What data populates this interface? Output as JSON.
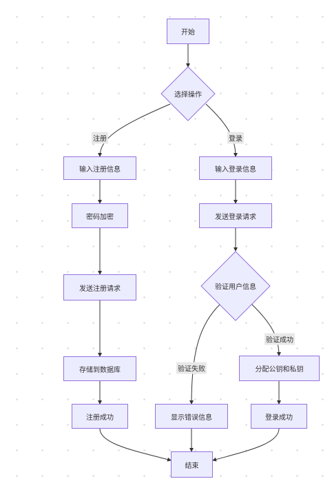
{
  "nodes": {
    "start": "开始",
    "choose": "选择操作",
    "input_reg": "输入注册信息",
    "encrypt": "密码加密",
    "send_reg": "发送注册请求",
    "store_db": "存储到数据库",
    "reg_success": "注册成功",
    "input_login": "输入登录信息",
    "send_login": "发送登录请求",
    "verify_user": "验证用户信息",
    "assign_keys": "分配公钥和私钥",
    "login_success": "登录成功",
    "show_error": "显示错误信息",
    "end": "结束"
  },
  "edges": {
    "register": "注册",
    "login": "登录",
    "verify_ok": "验证成功",
    "verify_fail": "验证失败"
  }
}
